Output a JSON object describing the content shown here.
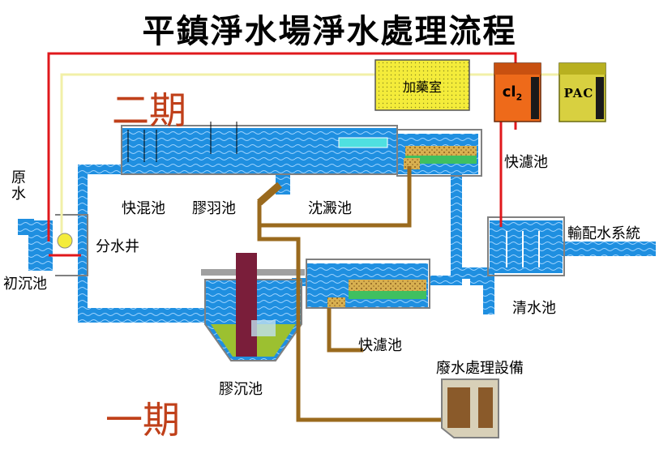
{
  "title": "平鎮淨水場淨水處理流程",
  "phases": {
    "phase2": "二期",
    "phase1": "一期"
  },
  "labels": {
    "raw_water": "原\n水",
    "primary_settling": "初沉池",
    "distribution_well": "分水井",
    "rapid_mix": "快混池",
    "flocculation": "膠羽池",
    "sedimentation": "沈澱池",
    "rapid_filter_top": "快濾池",
    "rapid_filter_bottom": "快濾池",
    "floc_settling": "膠沉池",
    "clear_well": "清水池",
    "distribution_system": "輸配水系統",
    "waste_treatment": "廢水處理設備",
    "dosing_room": "加藥室",
    "chlorine": "cl",
    "chlorine_sub": "2",
    "pac": "PAC"
  },
  "colors": {
    "water": "#1f8fe0",
    "red_pipe": "#e0181c",
    "yellow_pipe": "#f2f0a8",
    "sludge_pipe": "#9a6a1e",
    "tank_orange": "#ee6a1a",
    "tank_olive": "#d8d040",
    "dosing_box": "#f4ec3a",
    "phase_text": "#c0401a"
  }
}
